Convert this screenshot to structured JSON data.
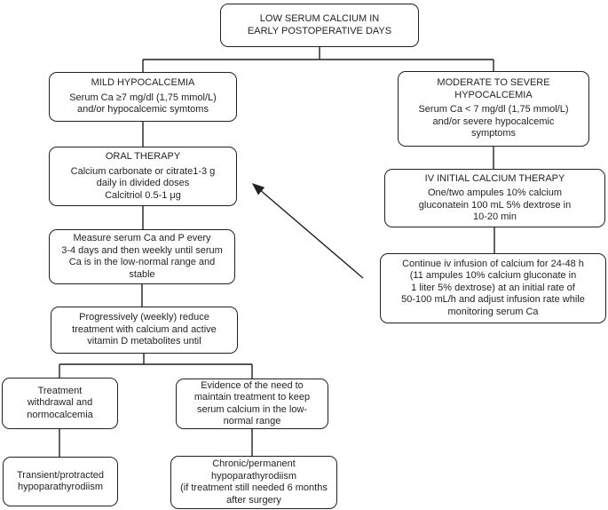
{
  "colors": {
    "ink": "#231f20",
    "background": "#ffffff"
  },
  "diagram": {
    "nodes": {
      "start": {
        "lines": [
          "LOW SERUM CALCIUM IN",
          "EARLY POSTOPERATIVE DAYS"
        ]
      },
      "mild": {
        "lines": [
          "MILD HYPOCALCEMIA",
          "Serum Ca ≥7 mg/dl (1,75 mmol/L)",
          "and/or hypocalcemic symtoms"
        ]
      },
      "moderate": {
        "lines": [
          "MODERATE TO SEVERE",
          "HYPOCALCEMIA",
          "Serum Ca < 7 mg/dl (1,75 mmol/L)",
          "and/or severe hypocalcemic",
          "symptoms"
        ]
      },
      "oral": {
        "lines": [
          "ORAL THERAPY",
          "Calcium carbonate or citrate1-3 g",
          "daily in divided doses",
          "Calcitriol 0.5-1 μg"
        ]
      },
      "iv": {
        "lines": [
          "IV INITIAL CALCIUM THERAPY",
          "One/two ampules 10% calcium",
          "gluconatein 100 mL 5% dextrose in",
          "10-20 min"
        ]
      },
      "measure": {
        "lines": [
          "Measure serum Ca and P every",
          "3-4 days and then weekly until serum",
          "Ca is in the low-normal range and",
          "stable"
        ]
      },
      "continue_iv": {
        "lines": [
          "Continue iv infusion of calcium for 24-48 h",
          "(11 ampules 10% calcium gluconate in",
          "1 liter 5% dextrose) at an initial rate of",
          "50-100 mL/h and adjust infusion rate while",
          "monitoring serum Ca"
        ]
      },
      "reduce": {
        "lines": [
          "Progressively (weekly) reduce",
          "treatment with calcium and active",
          "vitamin D metabolites until"
        ]
      },
      "withdrawal": {
        "lines": [
          "Treatment",
          "withdrawal and",
          "normocalcemia"
        ]
      },
      "evidence": {
        "lines": [
          "Evidence of the need to",
          "maintain treatment to keep",
          "serum calcium in the low-",
          "normal range"
        ]
      },
      "transient": {
        "lines": [
          "Transient/protracted",
          "hypoparathyrodiism"
        ]
      },
      "chronic": {
        "lines": [
          "Chronic/permanent",
          "hypoparathyrodiism",
          "(if treatment still needed 6 months",
          "after surgery"
        ]
      }
    }
  }
}
